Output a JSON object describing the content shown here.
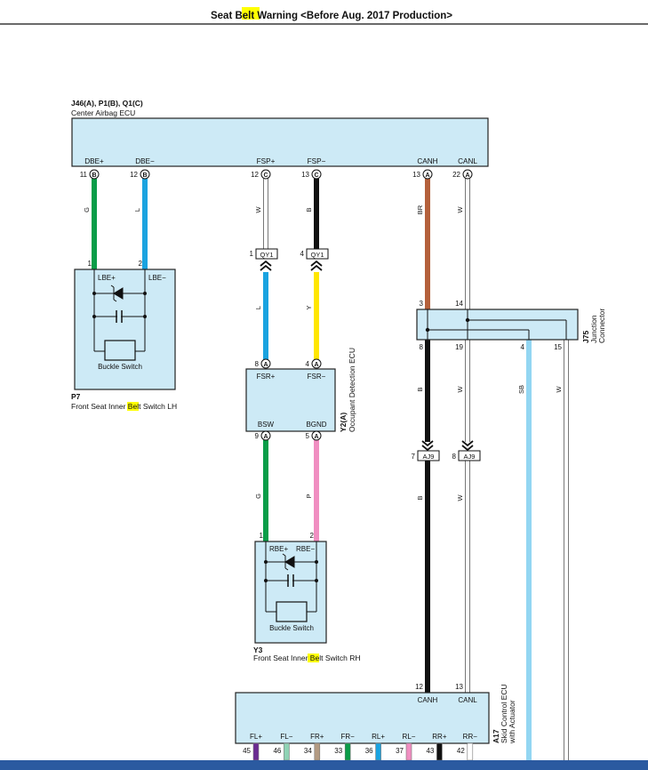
{
  "header": {
    "title_pre": "Seat ",
    "title_highlight": "Belt",
    "title_post": " Warning <Before Aug. 2017 Production>"
  },
  "colors": {
    "box_fill": "#cdeaf6",
    "highlight": "#ffff00",
    "green": "#0a9d48",
    "blue": "#1aa3e0",
    "black": "#111111",
    "yellow": "#ffe600",
    "brown": "#b4603b",
    "white_wire": "#ffffff",
    "pink": "#f08ec1",
    "sky": "#93d6f2",
    "bottom_bar": "#2b5aa0"
  },
  "airbag_ecu": {
    "designator": "J46(A), P1(B), Q1(C)",
    "name": "Center Airbag ECU",
    "pins": [
      {
        "label": "DBE+",
        "num": "11",
        "conn": "B"
      },
      {
        "label": "DBE−",
        "num": "12",
        "conn": "B"
      },
      {
        "label": "FSP+",
        "num": "12",
        "conn": "C"
      },
      {
        "label": "FSP−",
        "num": "13",
        "conn": "C"
      },
      {
        "label": "CANH",
        "num": "13",
        "conn": "A"
      },
      {
        "label": "CANL",
        "num": "22",
        "conn": "A"
      }
    ]
  },
  "wire_codes": {
    "dbe_plus": "G",
    "dbe_minus": "L",
    "fsp_plus": "W",
    "fsp_minus": "B",
    "canh": "BR",
    "canl": "W",
    "fsr_plus": "L",
    "fsr_minus": "Y",
    "bsw": "G",
    "bgnd": "P",
    "j75_8": "B",
    "j75_19": "W",
    "j75_4": "SB",
    "j75_15": "W",
    "aj9_canh": "B",
    "aj9_canl": "W"
  },
  "switch_lh": {
    "pin1": "1",
    "pin2": "2",
    "pin1_label": "LBE+",
    "pin2_label": "LBE−",
    "inner_label": "Buckle Switch",
    "designator": "P7",
    "name_pre": "Front Seat Inner ",
    "name_highlight": "Belt",
    "name_post": " Switch LH"
  },
  "connector_qy1": {
    "label": "QY1",
    "pin_a": "1",
    "pin_b": "4"
  },
  "occupant_ecu": {
    "designator": "Y2(A)",
    "name": "Occupant Detection ECU",
    "pins": [
      {
        "label": "FSR+",
        "num": "8",
        "conn": "A"
      },
      {
        "label": "FSR−",
        "num": "4",
        "conn": "A"
      },
      {
        "label": "BSW",
        "num": "9",
        "conn": "A"
      },
      {
        "label": "BGND",
        "num": "5",
        "conn": "A"
      }
    ]
  },
  "switch_rh": {
    "pin1": "1",
    "pin2": "2",
    "pin1_label": "RBE+",
    "pin2_label": "RBE−",
    "inner_label": "Buckle Switch",
    "designator": "Y3",
    "name_pre": "Front Seat Inner ",
    "name_highlight": "Belt",
    "name_post": " Switch RH"
  },
  "junction": {
    "designator": "J75",
    "name_line1": "Junction",
    "name_line2": "Connector",
    "top_pins": [
      "3",
      "14"
    ],
    "bottom_pins": [
      "8",
      "19",
      "4",
      "15"
    ]
  },
  "connector_aj9": {
    "label": "AJ9",
    "pin_a": "7",
    "pin_b": "8"
  },
  "skid_ecu": {
    "designator": "A17",
    "name_line1": "Skid Control ECU",
    "name_line2": "with Actuator",
    "top_pins": [
      {
        "label": "CANH",
        "num": "12"
      },
      {
        "label": "CANL",
        "num": "13"
      }
    ],
    "bottom_pins": [
      {
        "label": "FL+",
        "num": "45",
        "color": "#6a2b91"
      },
      {
        "label": "FL−",
        "num": "46",
        "color": "#8fd3b5"
      },
      {
        "label": "FR+",
        "num": "34",
        "color": "#b39b83"
      },
      {
        "label": "FR−",
        "num": "33",
        "color": "#0a9d48"
      },
      {
        "label": "RL+",
        "num": "36",
        "color": "#1aa3e0"
      },
      {
        "label": "RL−",
        "num": "37",
        "color": "#f08ec1"
      },
      {
        "label": "RR+",
        "num": "43",
        "color": "#111111"
      },
      {
        "label": "RR−",
        "num": "42",
        "color": "#ffffff"
      }
    ]
  }
}
